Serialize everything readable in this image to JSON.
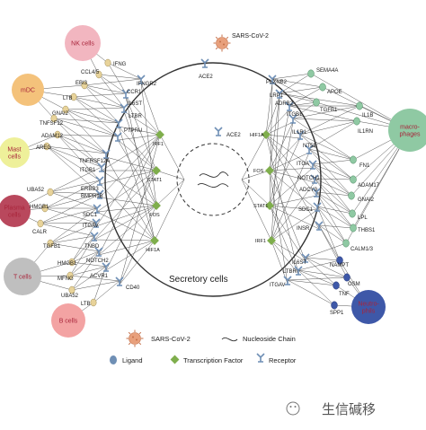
{
  "center": {
    "title": "Secretory cells",
    "receptor_label": "ACE2"
  },
  "virus": {
    "label": "SARS-CoV-2",
    "receptor_label": "ACE2"
  },
  "cells_left": [
    {
      "key": "nk",
      "label_lines": [
        "NK cells"
      ],
      "color": "#f2b6c0",
      "text_color": "#a8243a"
    },
    {
      "key": "mdc",
      "label_lines": [
        "mDC"
      ],
      "color": "#f4c27b",
      "text_color": "#a8243a"
    },
    {
      "key": "mast",
      "label_lines": [
        "Mast",
        "cells"
      ],
      "color": "#eef09a",
      "text_color": "#a8243a"
    },
    {
      "key": "plasma",
      "label_lines": [
        "Plasma",
        "cells"
      ],
      "color": "#b9485d",
      "text_color": "#a8243a"
    },
    {
      "key": "t",
      "label_lines": [
        "T cells"
      ],
      "color": "#bfbfbf",
      "text_color": "#a8243a"
    },
    {
      "key": "b",
      "label_lines": [
        "B cells"
      ],
      "color": "#f3a3a3",
      "text_color": "#a8243a"
    }
  ],
  "cells_right": [
    {
      "key": "macro",
      "label_lines": [
        "macro-",
        "phages"
      ],
      "color": "#8fc9a3",
      "text_color": "#1a1a1a"
    },
    {
      "key": "neutro",
      "label_lines": [
        "Neutro-",
        "phils"
      ],
      "color": "#3e58a8",
      "text_color": "#ffffff"
    }
  ],
  "ligands_left": [
    "IFNG",
    "CCL4/5",
    "EBI3",
    "LTB",
    "GNAI2",
    "TNFSF12",
    "ADAM12",
    "AREG",
    "UBA52",
    "HMGB1",
    "CALR",
    "TGFB1",
    "HMGB1",
    "MFNG",
    "UBA52",
    "LTB"
  ],
  "receptors_left": [
    "IFNGR2",
    "CCR1",
    "IL6ST",
    "LTBR",
    "PTPRU",
    "TNFRSF12A",
    "ITGB1",
    "ERBB3",
    "BMPR1B",
    "SDC1",
    "ITGAV",
    "TNBD",
    "NOTCH2",
    "ACVR1",
    "CD40"
  ],
  "tf_left": [
    "IRF1",
    "STAT1",
    "FOS",
    "HIF1A"
  ],
  "tf_right": [
    "HIF1A",
    "FOS",
    "STAT1",
    "IRF1"
  ],
  "receptors_right": [
    "PLXNB2",
    "LRP1",
    "ADRB2",
    "ITGB1",
    "IL1R1",
    "NT5E",
    "ITGA",
    "NOTCH1",
    "ADCY9",
    "SDC1",
    "INSR",
    "IL6ST",
    "LTBR",
    "ITGAV"
  ],
  "ligands_right": [
    "SEMA4A",
    "APOE",
    "TGFB1",
    "IL1B",
    "IL1RN",
    "FN1",
    "ADAM17",
    "GNAI2",
    "LPL",
    "THBS1",
    "CALM1/3",
    "NAMPT",
    "OSM",
    "TNF",
    "SPP1"
  ],
  "legend": {
    "virus": "SARS-CoV-2",
    "chain": "Nucleoside Chain",
    "ligand": "Ligand",
    "tf": "Transcription Factor",
    "receptor": "Receptor"
  },
  "watermark": "生信碱移",
  "colors": {
    "receptor": "#6f8fb5",
    "tf": "#7fae4c",
    "ligand_left": "#e8d39a",
    "ligand_right": "#8fc9a3",
    "ligand_blue": "#3e58a8",
    "virus": "#e8a07c",
    "line": "#555555"
  }
}
